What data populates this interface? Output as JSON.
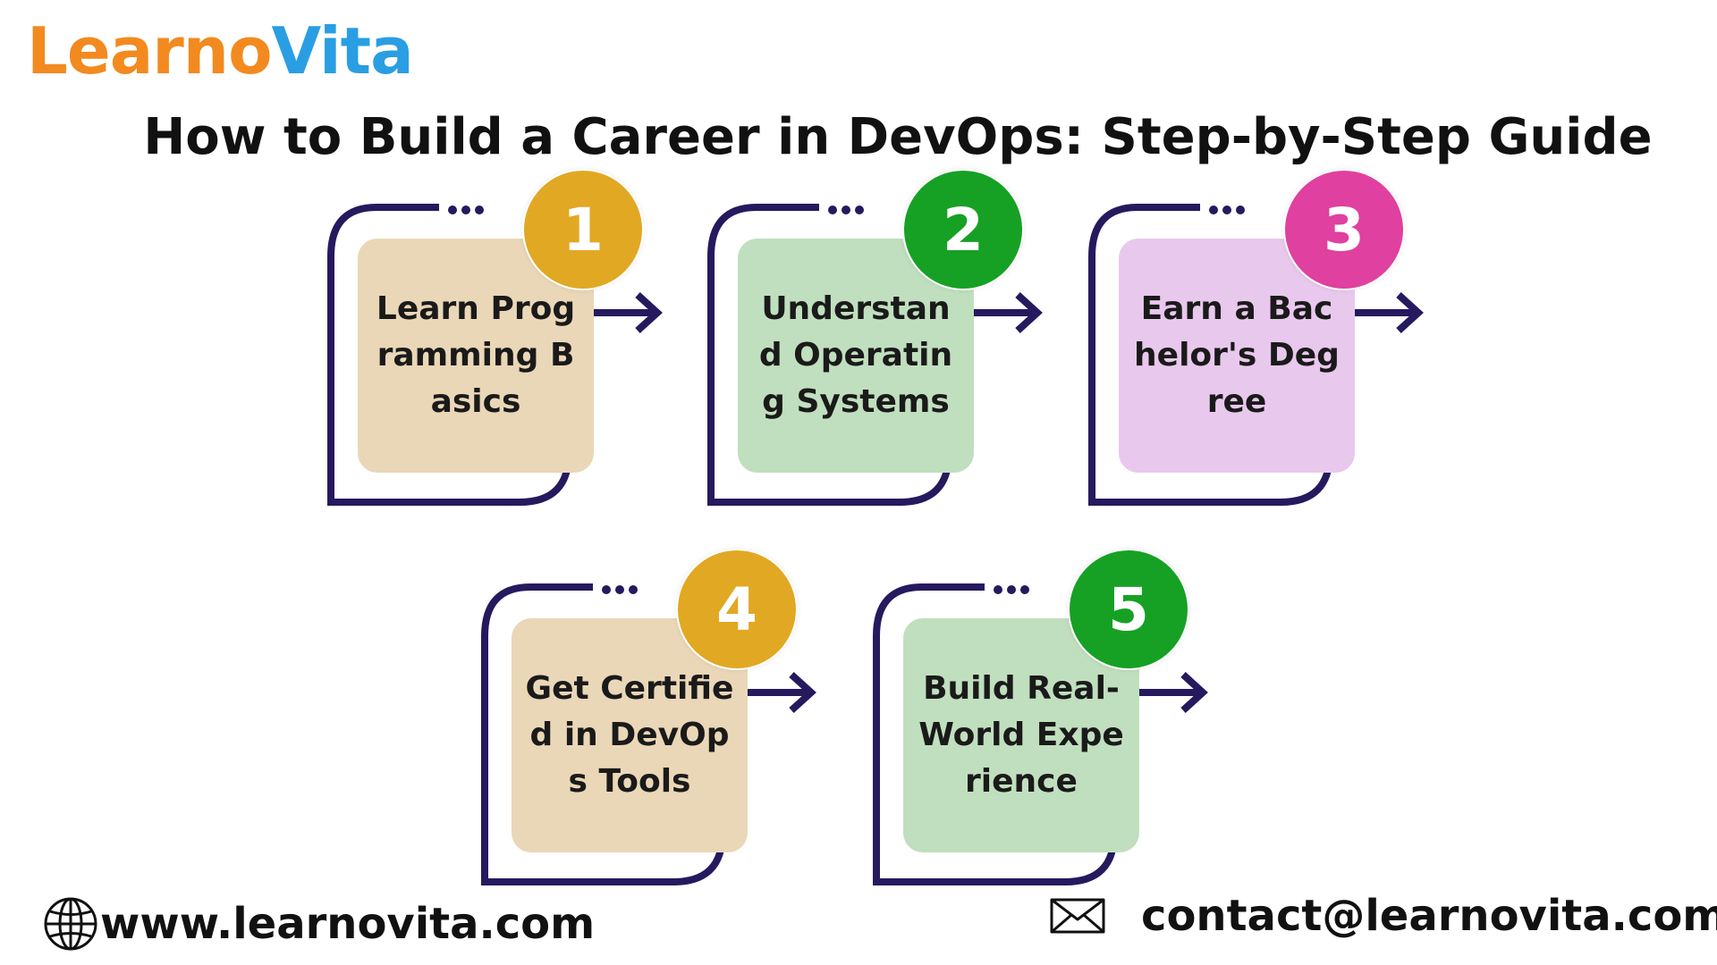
{
  "brand": {
    "logo_part1": "Learno",
    "logo_part2": "Vita"
  },
  "title": "How to Build a Career in DevOps: Step-by-Step Guide",
  "steps": [
    {
      "number": "1",
      "label": "Learn Programming Basics",
      "badge_color": "#e1a823",
      "card_color": "#ead7b7"
    },
    {
      "number": "2",
      "label": "Understand Operating Systems",
      "badge_color": "#16a124",
      "card_color": "#c0dfbe"
    },
    {
      "number": "3",
      "label": "Earn a Bachelor's Degree",
      "badge_color": "#e0409f",
      "card_color": "#e9c8ed"
    },
    {
      "number": "4",
      "label": "Get Certified in DevOps Tools",
      "badge_color": "#e1a823",
      "card_color": "#ead7b7"
    },
    {
      "number": "5",
      "label": "Build Real-World Experience",
      "badge_color": "#16a124",
      "card_color": "#c0dfbe"
    }
  ],
  "footer": {
    "website": "www.learnovita.com",
    "email": "contact@learnovita.com",
    "website_icon": "globe-icon",
    "email_icon": "envelope-icon"
  },
  "colors": {
    "frame": "#27195e",
    "logo_orange": "#f28a1f",
    "logo_blue": "#2a9ee3"
  }
}
